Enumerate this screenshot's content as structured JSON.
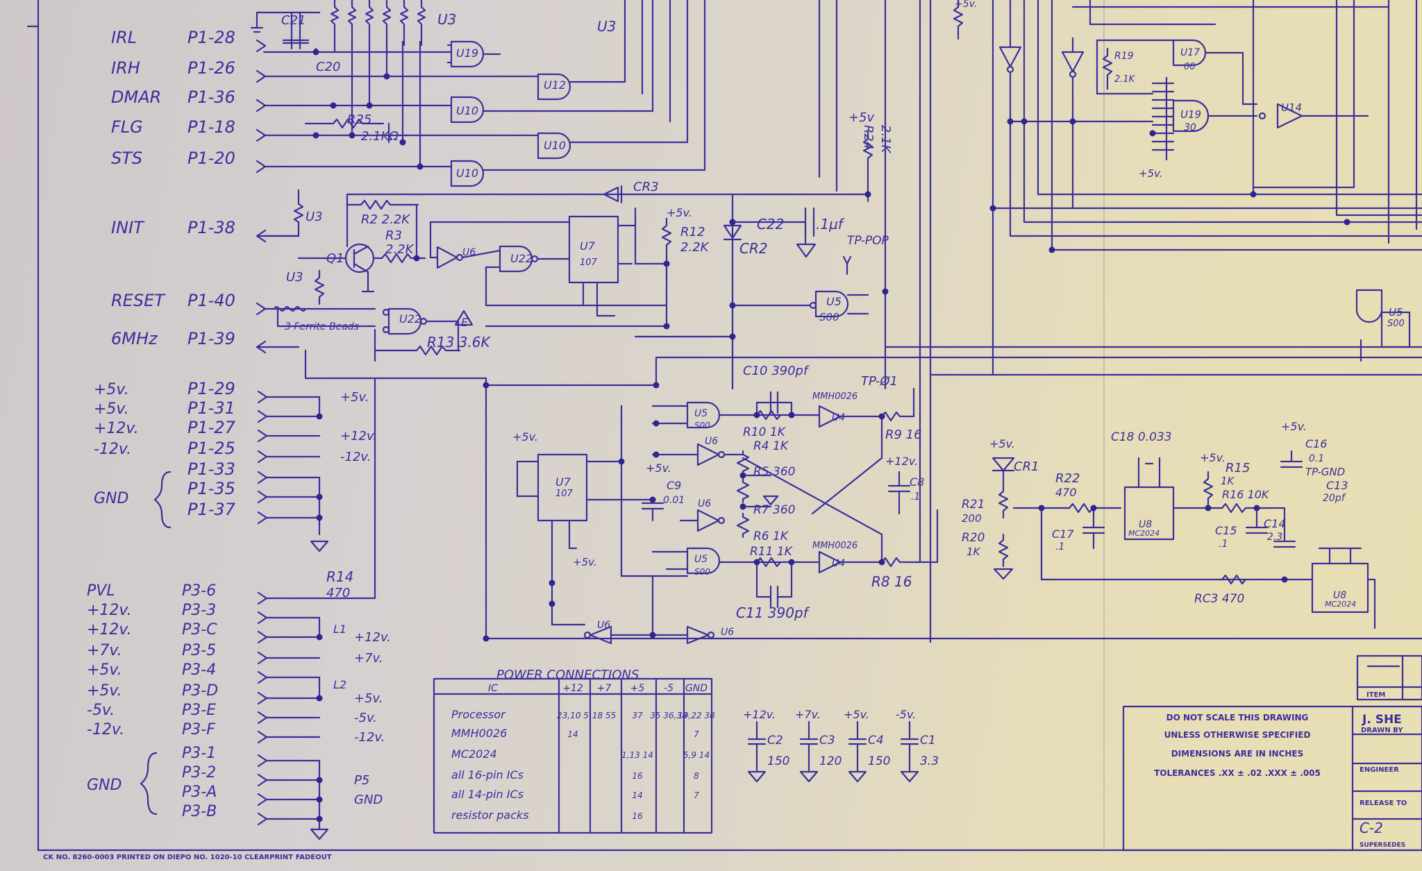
{
  "left_connector": {
    "signals": [
      {
        "name": "IRL",
        "pin": "P1-28"
      },
      {
        "name": "IRH",
        "pin": "P1-26"
      },
      {
        "name": "DMAR",
        "pin": "P1-36"
      },
      {
        "name": "FLG",
        "pin": "P1-18"
      },
      {
        "name": "STS",
        "pin": "P1-20"
      },
      {
        "name": "INIT",
        "pin": "P1-38"
      },
      {
        "name": "RESET",
        "pin": "P1-40"
      },
      {
        "name": "6MHz",
        "pin": "P1-39"
      }
    ],
    "power_p1": [
      {
        "name": "+5v.",
        "pin": "P1-29",
        "net": "+5v."
      },
      {
        "name": "+5v.",
        "pin": "P1-31",
        "net": ""
      },
      {
        "name": "+12v.",
        "pin": "P1-27",
        "net": "+12v."
      },
      {
        "name": "-12v.",
        "pin": "P1-25",
        "net": "-12v."
      },
      {
        "name": "",
        "pin": "P1-33",
        "net": ""
      },
      {
        "name": "",
        "pin": "P1-35",
        "net": ""
      },
      {
        "name": "",
        "pin": "P1-37",
        "net": ""
      }
    ],
    "gnd_label": "GND",
    "power_p3": [
      {
        "name": "PVL",
        "pin": "P3-6",
        "net": ""
      },
      {
        "name": "+12v.",
        "pin": "P3-3",
        "net": ""
      },
      {
        "name": "+12v.",
        "pin": "P3-C",
        "net": "+12v."
      },
      {
        "name": "+7v.",
        "pin": "P3-5",
        "net": "+7v."
      },
      {
        "name": "+5v.",
        "pin": "P3-4",
        "net": ""
      },
      {
        "name": "+5v.",
        "pin": "P3-D",
        "net": "+5v."
      },
      {
        "name": "-5v.",
        "pin": "P3-E",
        "net": "-5v."
      },
      {
        "name": "-12v.",
        "pin": "P3-F",
        "net": "-12v."
      },
      {
        "name": "",
        "pin": "P3-1",
        "net": ""
      },
      {
        "name": "",
        "pin": "P3-2",
        "net": "P5"
      },
      {
        "name": "",
        "pin": "P3-A",
        "net": "GND"
      },
      {
        "name": "",
        "pin": "P3-B",
        "net": ""
      }
    ]
  },
  "components": {
    "c21": "C21",
    "c20": "C20",
    "u3": "U3",
    "u19": "U19",
    "u12": "U12",
    "u10": "U10",
    "u22": "U22",
    "u6": "U6",
    "u7": "U7",
    "q1": "Q1",
    "r2": "R2 2.2K",
    "r3": "R3",
    "r3v": "2.2K",
    "r25": "R25",
    "r25v": "2.1KΩ",
    "r24": "R24",
    "r24v": "2.1K",
    "r12": "R12",
    "r12v": "2.2K",
    "r13": "R13 3.6K",
    "r14": "R14",
    "r14v": "470",
    "cr3": "CR3",
    "cr2": "CR2",
    "c22": "C22",
    "c22v": ".1µf",
    "tp_pop": "TP-POP",
    "u5": "U5",
    "u5v": "S00",
    "ferrite": "3 Ferrite Beads",
    "e_mark": "E",
    "c10": "C10 390pf",
    "c11": "C11 390pf",
    "tp_o1": "TP-Ø1",
    "mmh": "MMH0026",
    "u4": "U4",
    "r10": "R10 1K",
    "r4": "R4 1K",
    "r5": "R5 360",
    "r7": "R7 360",
    "r6": "R6 1K",
    "r11": "R11 1K",
    "r9": "R9 16",
    "r8": "R8 16",
    "c9": "C9",
    "c9v": "0.01",
    "c8": "C8",
    "c8v": ".1",
    "u7b": "U7",
    "u7bv": "107",
    "cr1": "CR1",
    "r21": "R21",
    "r21v": "200",
    "r20": "R20",
    "r20v": "1K",
    "r22": "R22",
    "r22v": "470",
    "c17": "C17",
    "c17v": ".1",
    "c18": "C18 0.033",
    "u8": "U8",
    "u8v": "MC2024",
    "r15": "R15",
    "r15v": "1K",
    "r16": "R16 10K",
    "c15": "C15",
    "c15v": ".1",
    "c16": "C16",
    "c16v": "0.1",
    "tp_gnd": "TP-GND",
    "c14": "C14",
    "c14v": "2.3",
    "c13": "C13",
    "c13v": "20pf",
    "r23": "RC3 470",
    "l1": "L1",
    "l2": "L2",
    "u17": "U17",
    "u17v": "00",
    "u19r": "U19",
    "u19rv": "30",
    "u14": "U14",
    "r19": "R19",
    "r19v": "2.1K",
    "u5r": "U5",
    "u5rv": "S00",
    "p5v": "+5v.",
    "p12v": "+12v.",
    "plus5": "+5v"
  },
  "power_table": {
    "title": "POWER CONNECTIONS",
    "headers": [
      "IC",
      "+12",
      "+7",
      "+5",
      "-5",
      "GND"
    ],
    "rows": [
      [
        "Processor",
        "23,10 5",
        "18 55",
        "37",
        "35 36,38",
        "19,22 38"
      ],
      [
        "MMH0026",
        "14",
        "",
        "",
        "",
        "7"
      ],
      [
        "MC2024",
        "",
        "",
        "1,13 14",
        "",
        "5,9 14"
      ],
      [
        "all 16-pin ICs",
        "",
        "",
        "16",
        "",
        "8"
      ],
      [
        "all 14-pin ICs",
        "",
        "",
        "14",
        "",
        "7"
      ],
      [
        "resistor packs",
        "",
        "",
        "16",
        "",
        ""
      ]
    ]
  },
  "bypass_caps": [
    {
      "rail": "+12v.",
      "name": "C2",
      "value": "150"
    },
    {
      "rail": "+7v.",
      "name": "C3",
      "value": "120"
    },
    {
      "rail": "+5v.",
      "name": "C4",
      "value": "150"
    },
    {
      "rail": "-5v.",
      "name": "C1",
      "value": "3.3"
    }
  ],
  "title_block": {
    "note1": "DO NOT SCALE THIS DRAWING",
    "note2": "UNLESS OTHERWISE SPECIFIED",
    "note3": "DIMENSIONS ARE IN INCHES",
    "tolerances": "TOLERANCES  .XX ± .02   .XXX ± .005",
    "name": "J. SHE",
    "drawn_by": "DRAWN BY",
    "engineer": "ENGINEER",
    "release": "RELEASE TO",
    "item": "ITEM",
    "sheet": "C-2",
    "supersedes": "SUPERSEDES"
  },
  "footer": "CK NO. 8260-0003 PRINTED ON DIEPO NO. 1020-10 CLEARPRINT FADEOUT"
}
